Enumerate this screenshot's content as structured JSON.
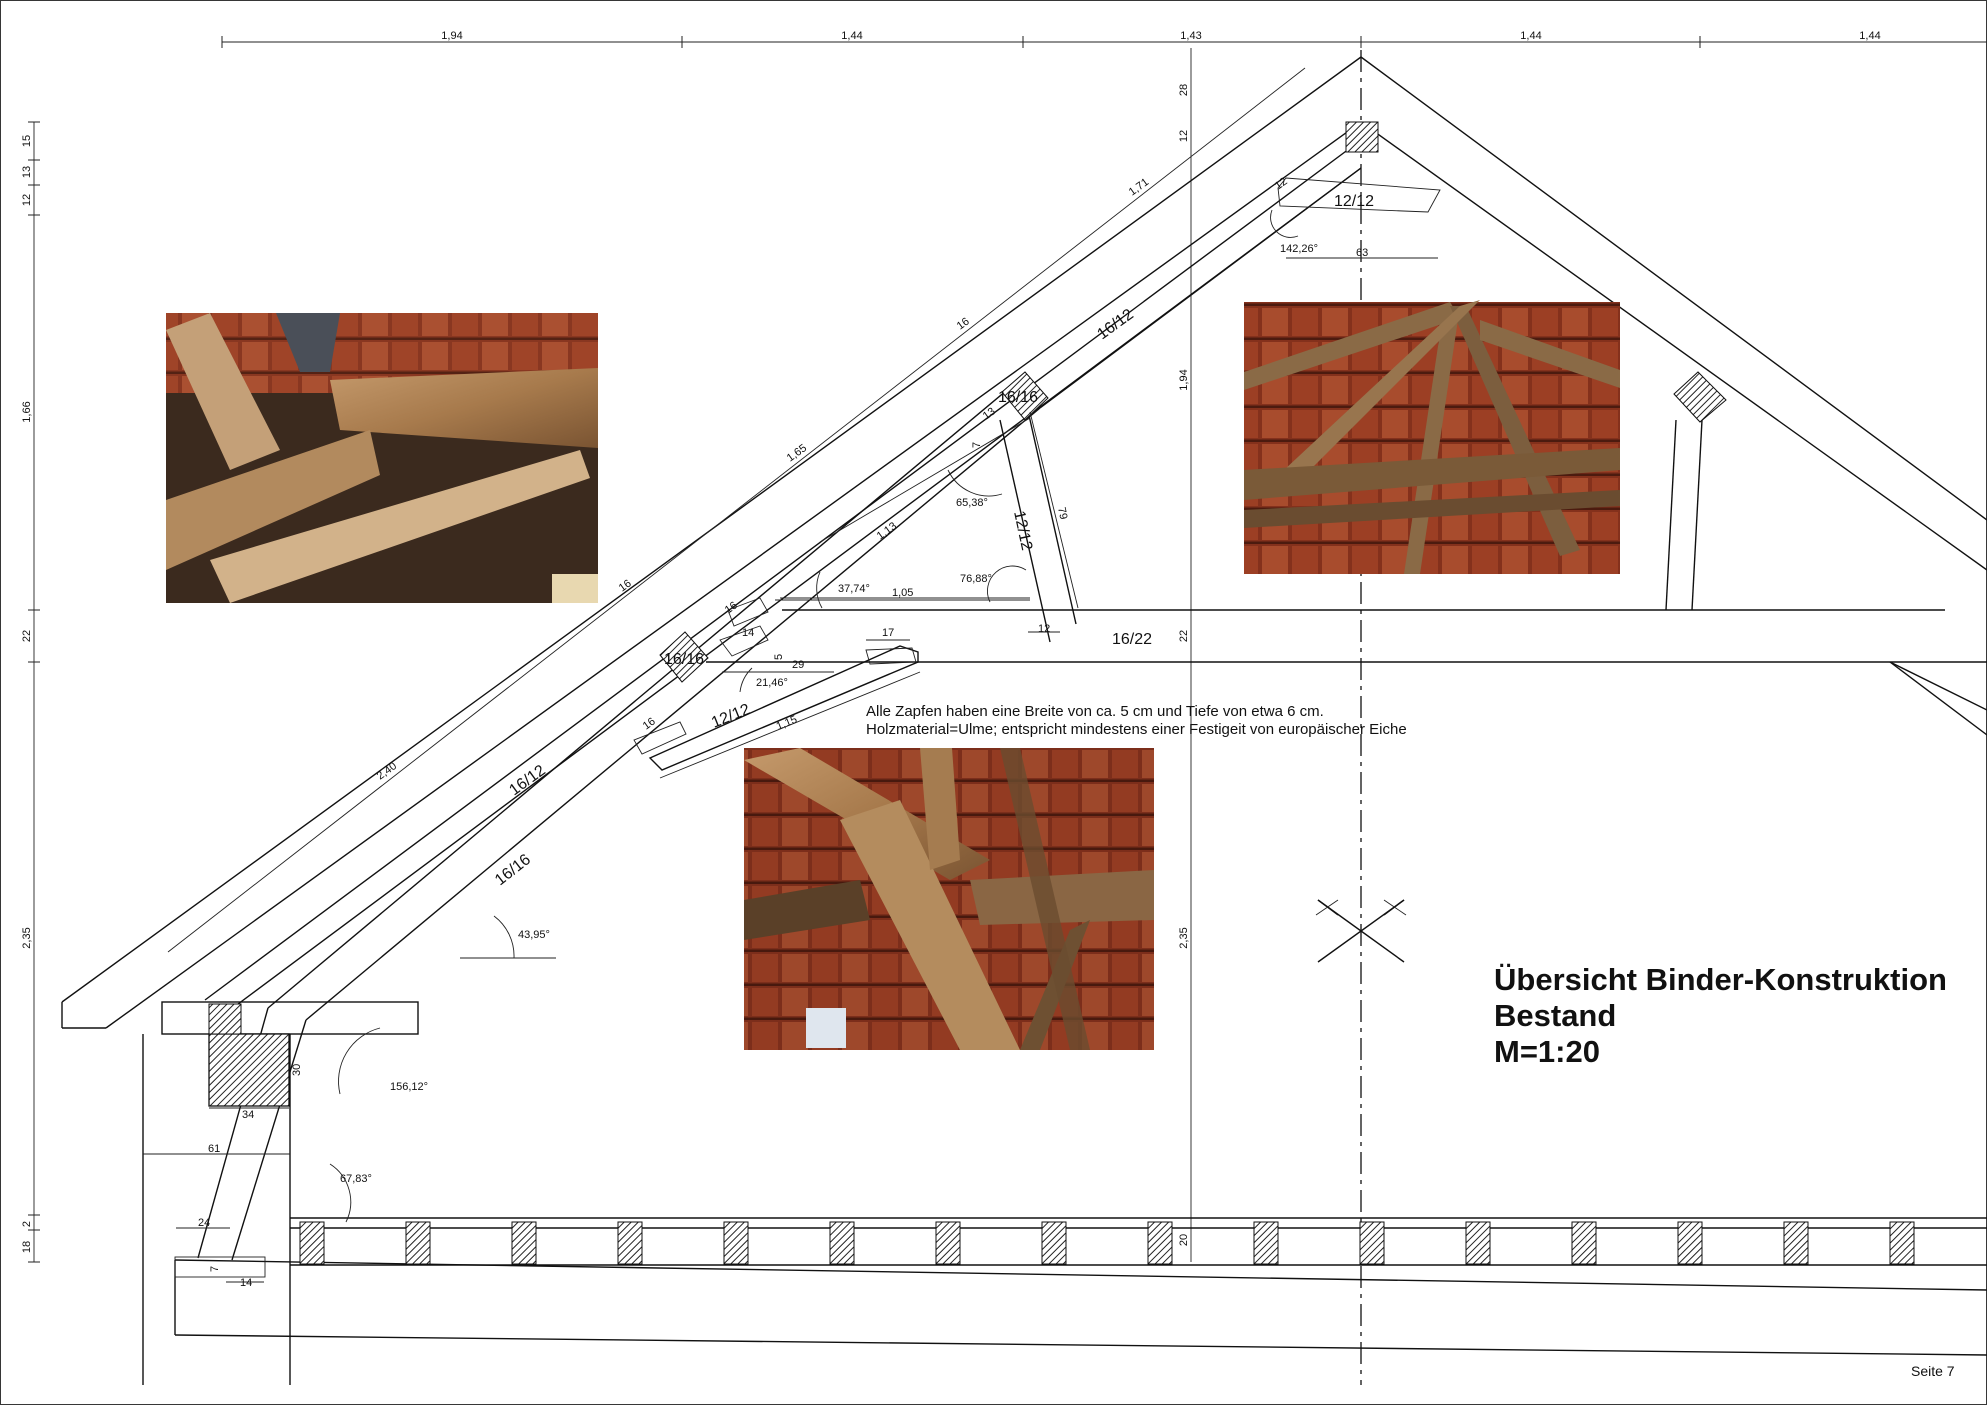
{
  "title": {
    "line1": "Übersicht Binder-Konstruktion",
    "line2": "Bestand",
    "line3": "M=1:20"
  },
  "notes": {
    "zapfen": "Alle Zapfen haben eine Breite von ca. 5 cm und Tiefe von etwa 6 cm.",
    "material": "Holzmaterial=Ulme; entspricht mindestens einer Festigeit von europäischer Eiche"
  },
  "page_label": "Seite 7",
  "top_dims": [
    "1,94",
    "1,44",
    "1,43",
    "1,44",
    "1,44"
  ],
  "left_dims": [
    "15",
    "13",
    "12",
    "1,66",
    "22",
    "2,35",
    "2",
    "18"
  ],
  "mid_dims": [
    "28",
    "12",
    "1,94",
    "22",
    "2,35",
    "20"
  ],
  "sections": {
    "s_12_12_top": "12/12",
    "s_16_12_upper": "16/12",
    "s_16_16_upper": "16/16",
    "s_12_12_strut": "12/12",
    "s_16_22": "16/22",
    "s_16_16_left": "16/16",
    "s_12_12_lower": "12/12",
    "s_16_12_lower": "16/12",
    "s_16_16_bottom": "16/16"
  },
  "lengths": {
    "l_171": "1,71",
    "l_16a": "16",
    "l_165": "1,65",
    "l_16b": "16",
    "l_240": "2,40",
    "l_113": "1,13",
    "l_105": "1,05",
    "l_79": "79",
    "l_115": "1,15",
    "l_63": "63",
    "l_61": "61",
    "l_34": "34",
    "l_30": "30",
    "l_24": "24",
    "l_14": "14",
    "l_7": "7",
    "l_12a": "12",
    "l_12b": "12",
    "l_17": "17",
    "l_29": "29",
    "l_16c": "16",
    "l_16d": "16",
    "l_14b": "14",
    "l_13": "13",
    "l_7b": "7",
    "l_5": "5"
  },
  "angles": {
    "a_14226": "142,26°",
    "a_6538": "65,38°",
    "a_7688": "76,88°",
    "a_3774": "37,74°",
    "a_2146": "21,46°",
    "a_4395": "43,95°",
    "a_15612": "156,12°",
    "a_6783": "67,83°"
  },
  "colors": {
    "line": "#111111",
    "hatch": "#333333",
    "tile": "#b5482a",
    "wood": "#a7784a",
    "shadow": "#2a1e16"
  }
}
